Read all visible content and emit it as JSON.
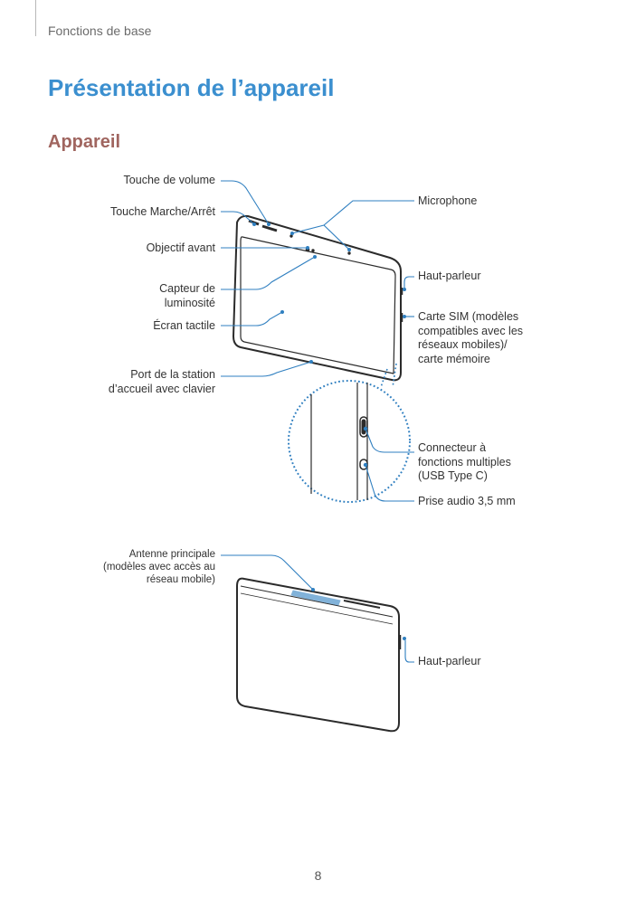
{
  "header": {
    "running_head": "Fonctions de base"
  },
  "page": {
    "title": "Présentation de l’appareil",
    "section": "Appareil",
    "number": "8"
  },
  "front_labels": {
    "volume_key": "Touche de volume",
    "power_key": "Touche Marche/Arrêt",
    "front_camera": "Objectif avant",
    "light_sensor": "Capteur de luminosité",
    "touchscreen": "Écran tactile",
    "dock_port": "Port de la station d’accueil avec clavier",
    "microphone": "Microphone",
    "speaker": "Haut-parleur",
    "sim_tray": "Carte SIM (modèles compatibles avec les réseaux mobiles)/ carte mémoire",
    "multi_connector": "Connecteur à fonctions multiples (USB Type C)",
    "audio_jack": "Prise audio 3,5 mm"
  },
  "back_labels": {
    "main_antenna": "Antenne principale (modèles avec accès au réseau mobile)",
    "speaker": "Haut-parleur"
  },
  "colors": {
    "title": "#3b8fcf",
    "section": "#a0655f",
    "callout": "#2f7fc0"
  }
}
